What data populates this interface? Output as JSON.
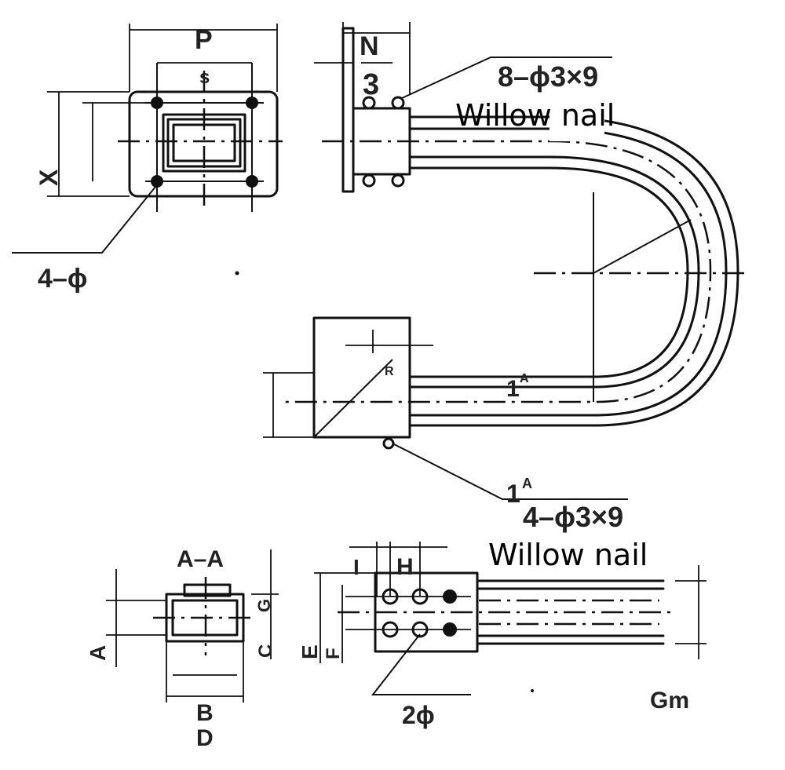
{
  "labels": {
    "P": "P",
    "s": "s",
    "X": "X",
    "four_phi": "4–ϕ",
    "N": "N",
    "three": "3",
    "eight_phi": "8–ϕ3×9",
    "willow_nail_top": "Willow nail",
    "R": "R",
    "one_a_mid": "1",
    "one_a_mid_sup": "A",
    "one_a_low": "1",
    "one_a_low_sup": "A",
    "four_phi_3x9": "4–ϕ3×9",
    "willow_nail_bottom": "Willow nail",
    "section": "A–A",
    "G": "G",
    "A": "A",
    "C": "C",
    "B": "B",
    "D": "D",
    "I": "I",
    "H": "H",
    "E": "E",
    "F": "F",
    "two_phi": "2ϕ",
    "Gm": "Gm"
  }
}
